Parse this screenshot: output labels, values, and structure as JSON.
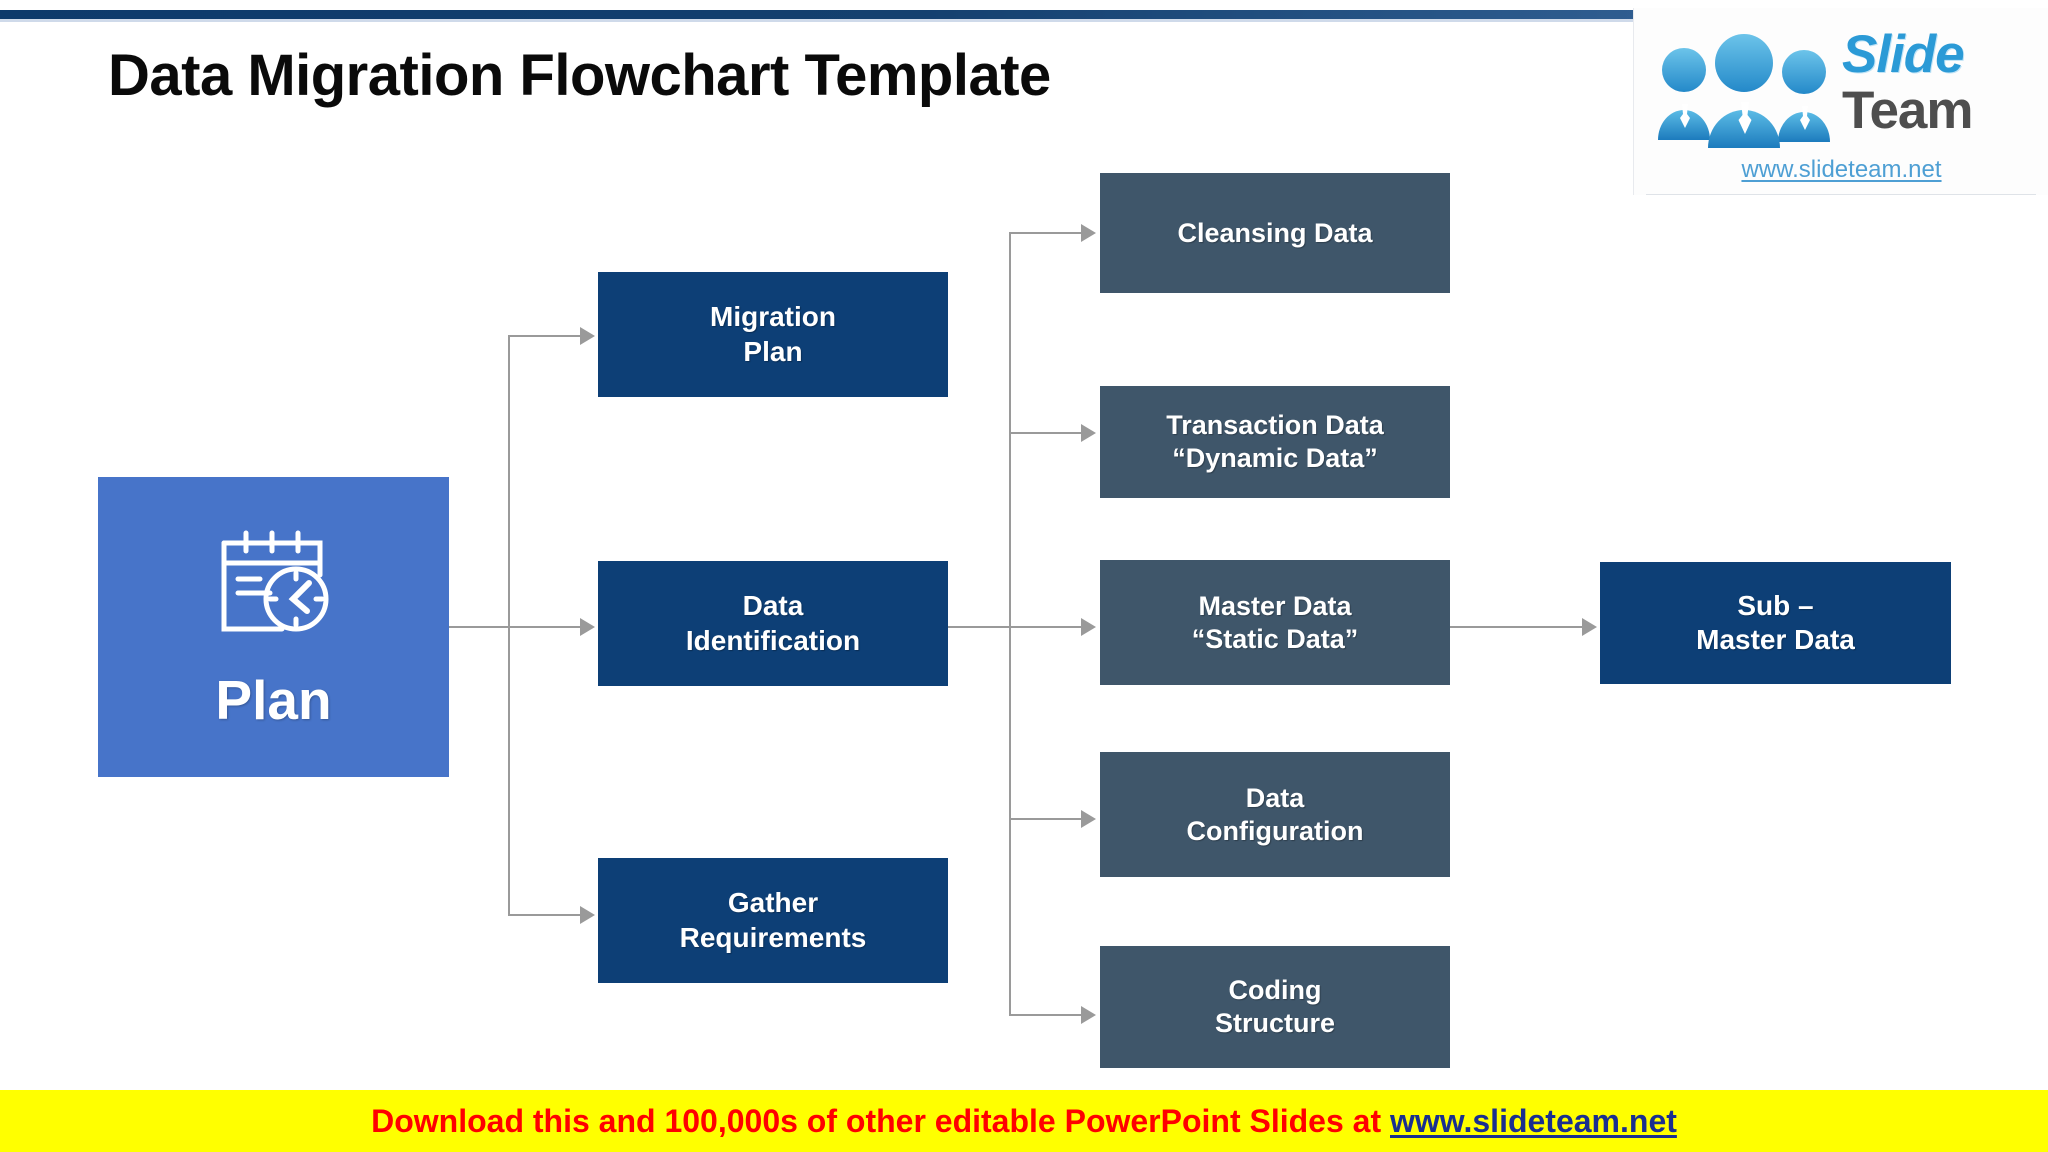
{
  "slide": {
    "title": "Data Migration Flowchart Template",
    "accent_navy": "#0d3f76",
    "accent_blue": "#4774c9",
    "accent_slate": "#3f566a",
    "connector_color": "#9a9a9a"
  },
  "logo": {
    "word_primary": "Slide",
    "word_secondary": "Team",
    "url": "www.slideteam.net",
    "people_icon": "three-people-team-icon"
  },
  "flow": {
    "root": {
      "label": "Plan",
      "icon": "calendar-clock-icon",
      "color": "#4774c9"
    },
    "stage_two": [
      {
        "id": "migration-plan",
        "line1": "Migration",
        "line2": "Plan"
      },
      {
        "id": "data-identification",
        "line1": "Data",
        "line2": "Identification"
      },
      {
        "id": "gather-requirements",
        "line1": "Gather",
        "line2": "Requirements"
      }
    ],
    "stage_three": [
      {
        "id": "cleansing-data",
        "line1": "Cleansing Data",
        "line2": ""
      },
      {
        "id": "transaction-data",
        "line1": "Transaction Data",
        "line2": "“Dynamic Data”"
      },
      {
        "id": "master-data",
        "line1": "Master Data",
        "line2": "“Static Data”"
      },
      {
        "id": "data-configuration",
        "line1": "Data",
        "line2": "Configuration"
      },
      {
        "id": "coding-structure",
        "line1": "Coding",
        "line2": "Structure"
      }
    ],
    "stage_four": [
      {
        "id": "sub-master-data",
        "line1": "Sub –",
        "line2": "Master Data"
      }
    ]
  },
  "banner": {
    "text_before": "Download this and 100,000s of other editable PowerPoint Slides at ",
    "link": "www.slideteam.net",
    "background": "#ffff00",
    "text_color": "#ff0000",
    "link_color": "#1a2f8f"
  }
}
